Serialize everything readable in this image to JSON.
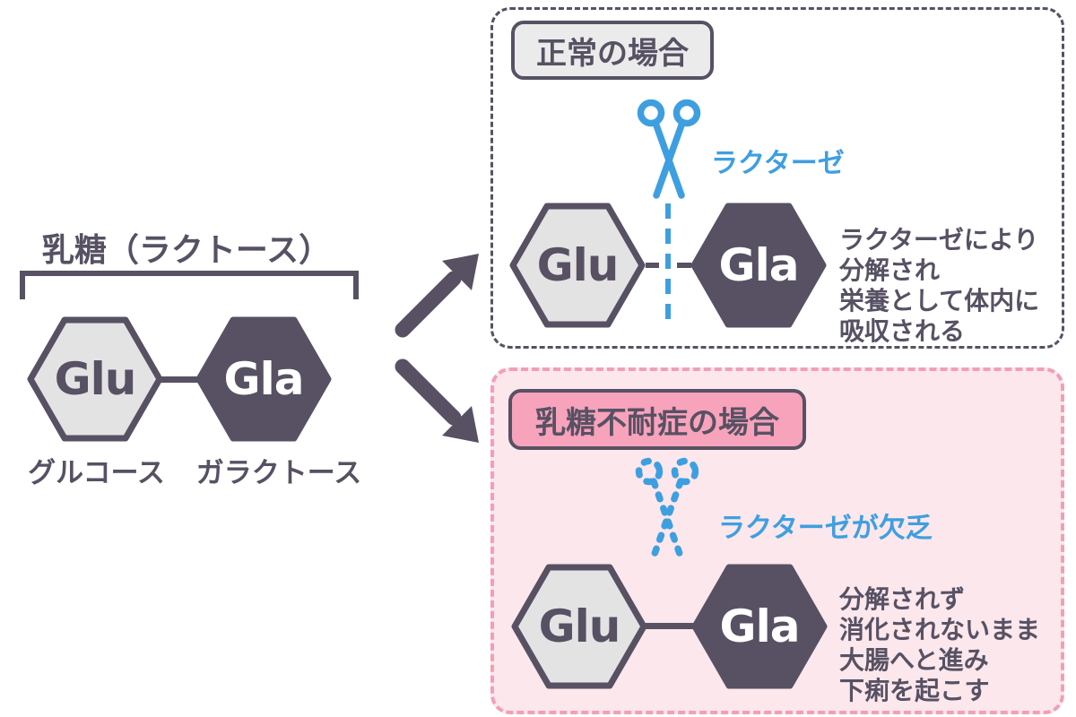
{
  "colors": {
    "dark": "#575163",
    "hex_light_fill": "#e3e3e4",
    "badge_gray": "#ebebeb",
    "blue": "#3e9fe0",
    "pink_background": "#fbe7ec",
    "pink_border": "#f29fb6",
    "pink_badge": "#f7a3bb"
  },
  "lactose": {
    "title": "乳糖（ラクトース）",
    "glucose": {
      "symbol": "Glu",
      "label": "グルコース"
    },
    "galactose": {
      "symbol": "Gla",
      "label": "ガラクトース"
    }
  },
  "normal_case": {
    "title": "正常の場合",
    "enzyme_label": "ラクターゼ",
    "glu": "Glu",
    "gla": "Gla",
    "description_lines": [
      "ラクターゼにより",
      "分解され",
      "栄養として体内に",
      "吸収される"
    ]
  },
  "intolerance_case": {
    "title": "乳糖不耐症の場合",
    "enzyme_label": "ラクターゼが欠乏",
    "glu": "Glu",
    "gla": "Gla",
    "description_lines": [
      "分解されず",
      "消化されないまま",
      "大腸へと進み",
      "下痢を起こす"
    ]
  }
}
